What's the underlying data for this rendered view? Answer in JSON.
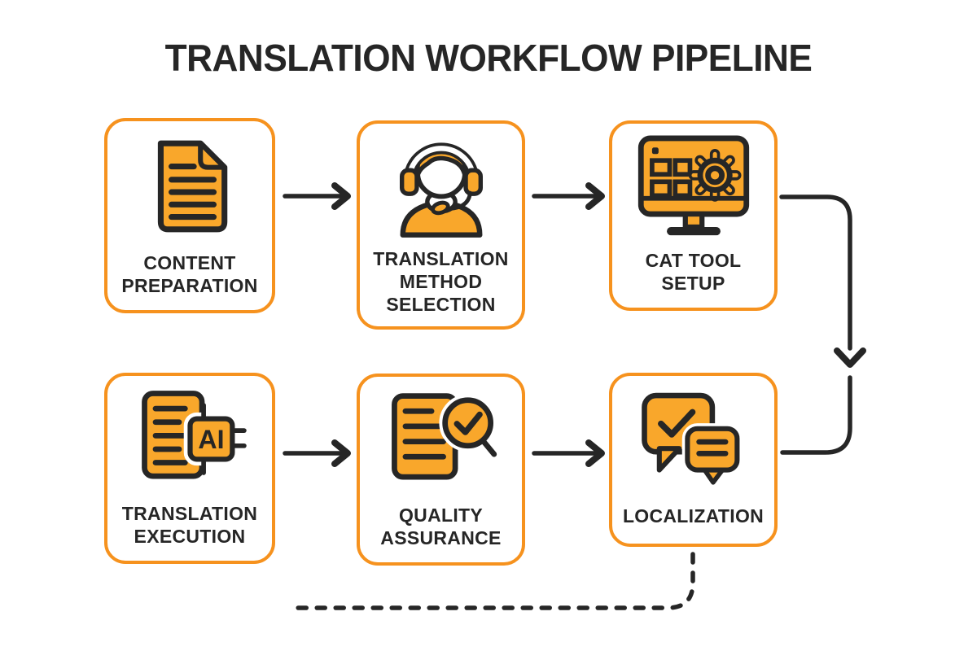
{
  "title": "TRANSLATION WORKFLOW PIPELINE",
  "colors": {
    "accent": "#F6921E",
    "fill": "#F9A72B",
    "ink": "#262626"
  },
  "steps": [
    {
      "label": "CONTENT PREPARATION",
      "icon": "document-icon"
    },
    {
      "label": "TRANSLATION METHOD SELECTION",
      "icon": "translator-headset-icon"
    },
    {
      "label": "CAT TOOL SETUP",
      "icon": "monitor-gear-icon"
    },
    {
      "label": "TRANSLATION EXECUTION",
      "icon": "document-ai-chip-icon",
      "icon_text": "AI"
    },
    {
      "label": "QUALITY ASSURANCE",
      "icon": "document-magnifier-check-icon"
    },
    {
      "label": "LOCALIZATION",
      "icon": "chat-bubbles-icon"
    }
  ]
}
